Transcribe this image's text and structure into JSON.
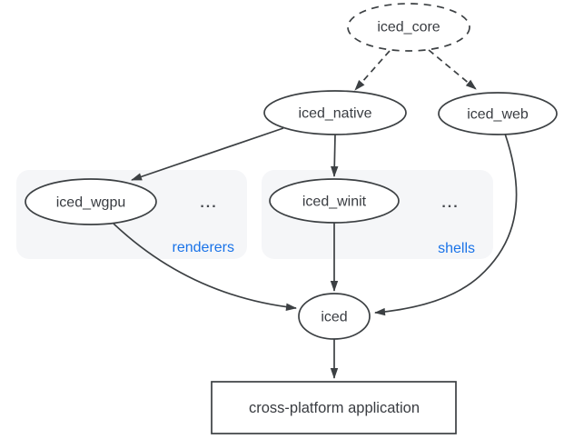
{
  "colors": {
    "line": "#3c4043",
    "text": "#393c41",
    "accent": "#1a73e8",
    "group_bg": "#f5f6f8",
    "node_fill": "#ffffff"
  },
  "nodes": {
    "iced_core": {
      "label": "iced_core",
      "shape": "ellipse",
      "border": "dashed"
    },
    "iced_native": {
      "label": "iced_native",
      "shape": "ellipse",
      "border": "solid"
    },
    "iced_web": {
      "label": "iced_web",
      "shape": "ellipse",
      "border": "solid"
    },
    "iced_wgpu": {
      "label": "iced_wgpu",
      "shape": "ellipse",
      "border": "solid"
    },
    "iced_winit": {
      "label": "iced_winit",
      "shape": "ellipse",
      "border": "solid"
    },
    "iced": {
      "label": "iced",
      "shape": "ellipse",
      "border": "solid"
    },
    "application": {
      "label": "cross-platform application",
      "shape": "rect",
      "border": "solid"
    }
  },
  "groups": {
    "renderers": {
      "label": "renderers",
      "more": "..."
    },
    "shells": {
      "label": "shells",
      "more": "..."
    }
  },
  "edges": [
    {
      "from": "iced_core",
      "to": "iced_native",
      "style": "dashed"
    },
    {
      "from": "iced_core",
      "to": "iced_web",
      "style": "dashed"
    },
    {
      "from": "iced_native",
      "to": "iced_wgpu",
      "style": "solid"
    },
    {
      "from": "iced_native",
      "to": "iced_winit",
      "style": "solid"
    },
    {
      "from": "iced_wgpu",
      "to": "iced",
      "style": "solid"
    },
    {
      "from": "iced_winit",
      "to": "iced",
      "style": "solid"
    },
    {
      "from": "iced_web",
      "to": "iced",
      "style": "solid"
    },
    {
      "from": "iced",
      "to": "application",
      "style": "solid"
    }
  ]
}
